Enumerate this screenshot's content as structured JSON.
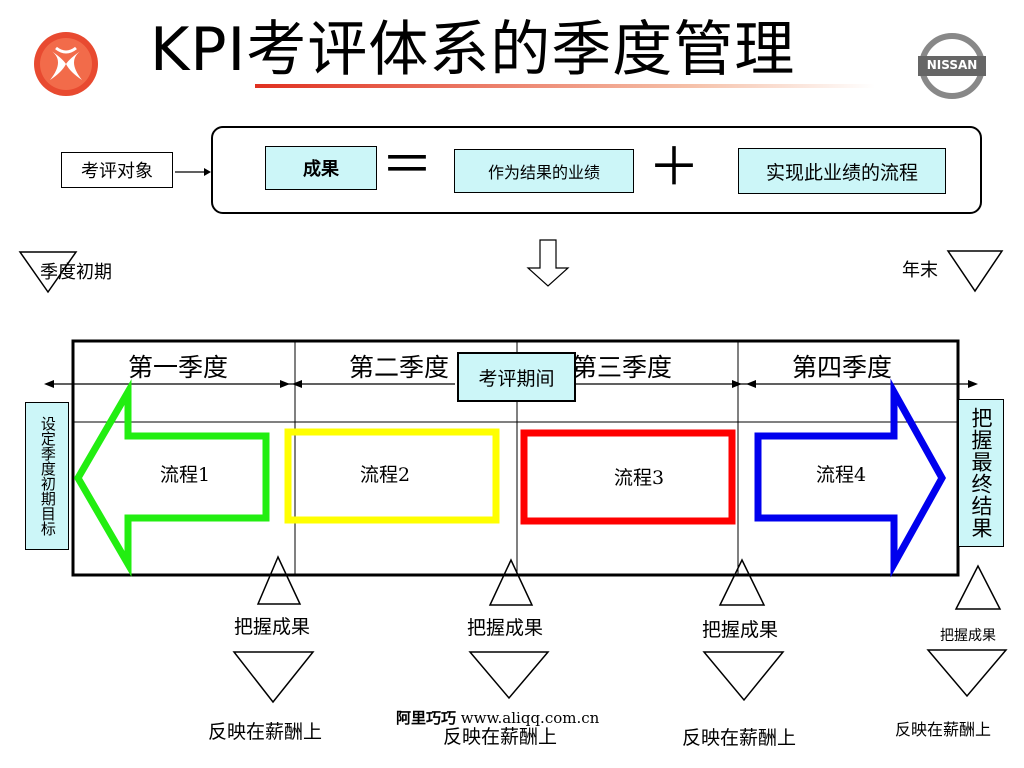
{
  "title": "KPI考评体系的季度管理",
  "logos": {
    "left": "dongfeng-logo",
    "right": "nissan-logo",
    "right_text": "NISSAN"
  },
  "formula": {
    "subject_label": "考评对象",
    "result": "成果",
    "equals": "＝",
    "performance": "作为结果的业绩",
    "plus": "＋",
    "process": "实现此业绩的流程"
  },
  "markers": {
    "start": "季度初期",
    "end": "年末"
  },
  "quarters": [
    "第一季度",
    "第二季度",
    "第三季度",
    "第四季度"
  ],
  "period_label": "考评期间",
  "left_side": "设定季度初期目标",
  "right_side": "把握最终结果",
  "processes": [
    {
      "label": "流程1",
      "color": "#22ee11"
    },
    {
      "label": "流程2",
      "color": "#ffff00"
    },
    {
      "label": "流程3",
      "color": "#ff0000"
    },
    {
      "label": "流程4",
      "color": "#0000ee"
    }
  ],
  "bottom": {
    "grasp": [
      "把握成果",
      "把握成果",
      "把握成果",
      "把握成果"
    ],
    "reflect": [
      "反映在薪酬上",
      "反映在薪酬上",
      "反映在薪酬上",
      "反映在薪酬上"
    ]
  },
  "watermark": {
    "brand": "阿里巧巧",
    "url": "www.aliqq.com.cn"
  }
}
